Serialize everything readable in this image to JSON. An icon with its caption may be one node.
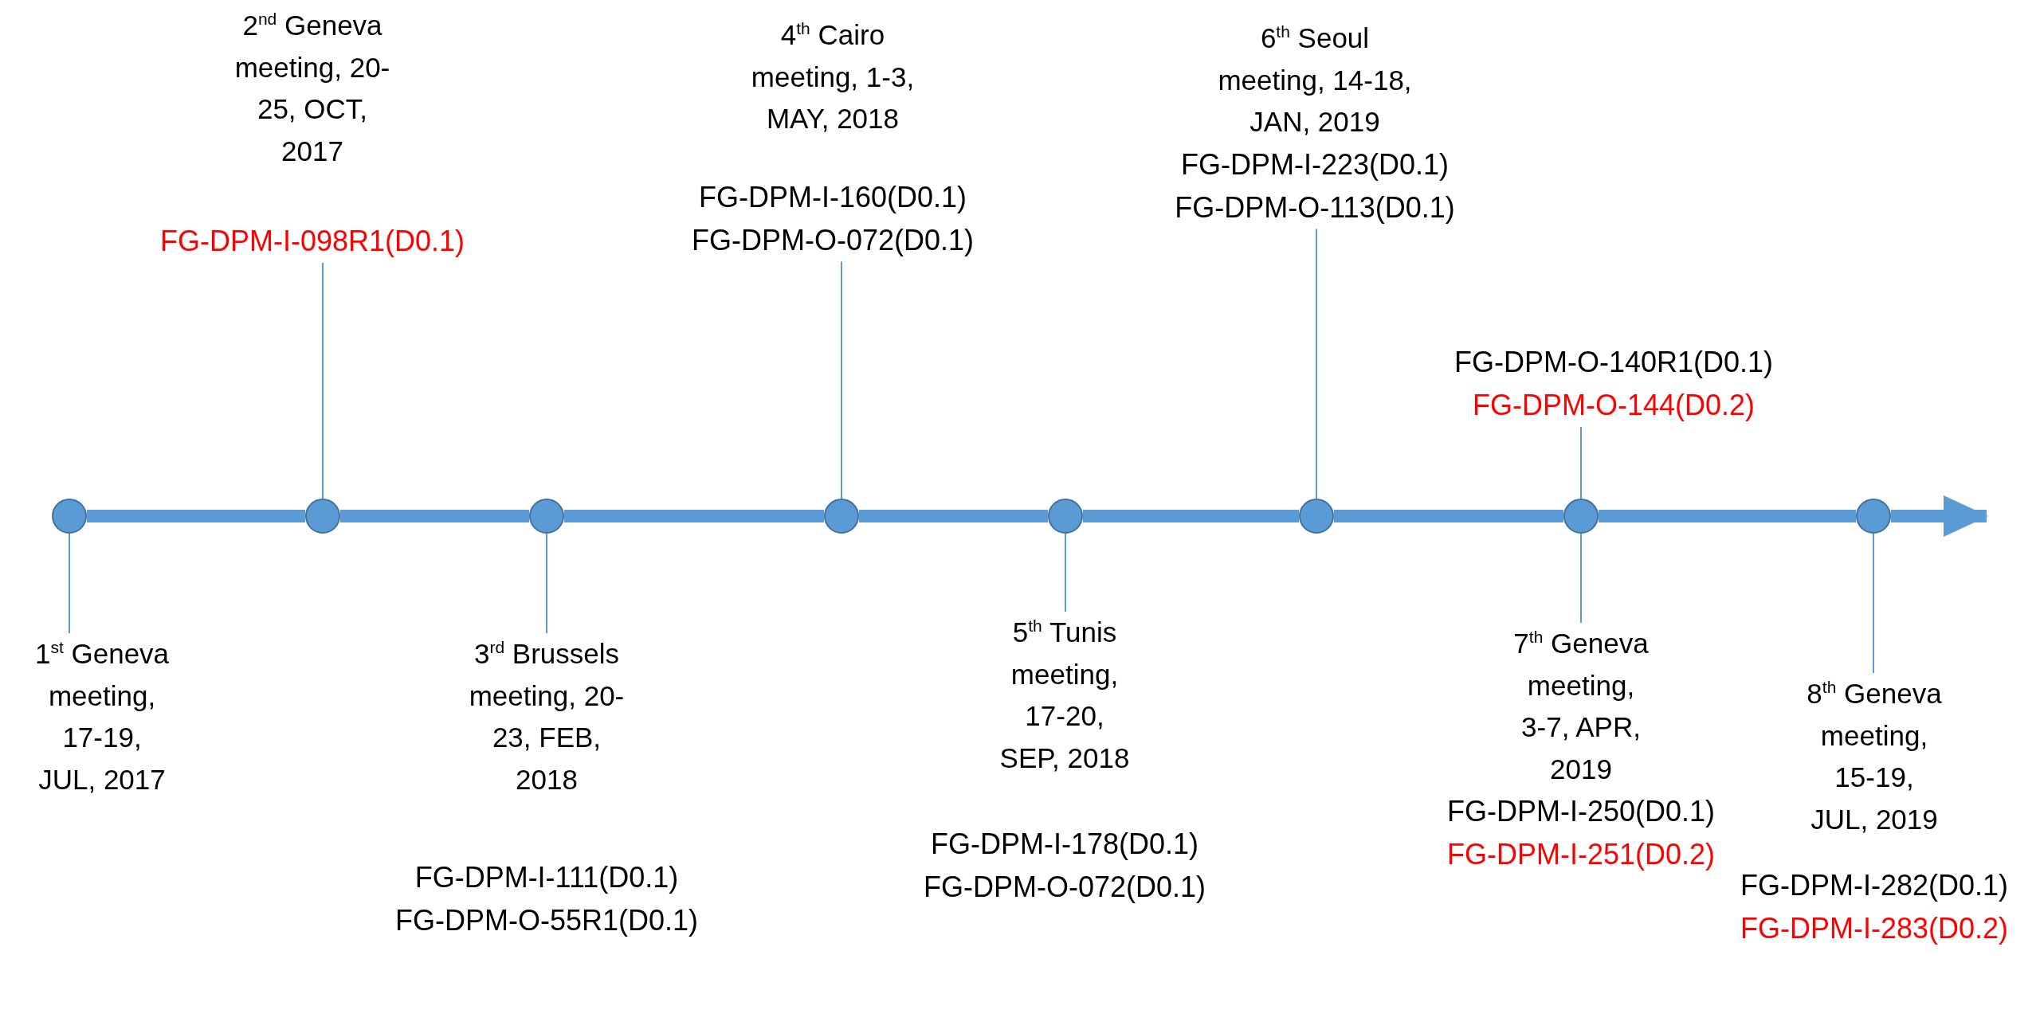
{
  "diagram": {
    "nodes": [
      {
        "text": [],
        "shape": "circle"
      },
      {
        "text": [],
        "shape": "circle"
      },
      {
        "text": [],
        "shape": "circle"
      },
      {
        "text": [],
        "shape": "circle"
      },
      {
        "text": [],
        "shape": "circle"
      },
      {
        "text": [],
        "shape": "circle"
      },
      {
        "text": [],
        "shape": "circle"
      },
      {
        "text": [],
        "shape": "circle"
      },
      {
        "text": [
          "1$^{st}$ Geneva meeting, 17-19, JUL, 2017"
        ]
      },
      {
        "text": [
          "2$^{nd}$ Geneva meeting, 20-25, OCT, 2017",
          "FG-DPM-I-098R1(D0.1)"
        ]
      },
      {
        "text": [
          "3$^{rd}$ Brussels meeting, 20-23, FEB, 2018",
          "FG-DPM-I-111(D0.1)",
          "FG-DPM-O-55R1(D0.1)"
        ]
      },
      {
        "text": [
          "4$^{th}$ Cairo meeting, 1-3, MAY, 2018",
          "FG-DPM-I-160(D0.1)",
          "FG-DPM-O-072(D0.1)"
        ]
      },
      {
        "text": [
          "5$^{th}$ Tunis meeting, 17-20, SEP, 2018",
          "FG-DPM-I-178(D0.1)",
          "FG-DPM-O-072(D0.1)"
        ]
      },
      {
        "text": [
          "6$^{th}$ Seoul meeting, 14-18, JAN, 2019",
          "FG-DPM-I-223(D0.1)",
          "FG-DPM-O-113(D0.1)"
        ]
      },
      {
        "text": [
          "7$^{th}$ Geneva meeting, 3-7, APR, 2019",
          "FG-DPM-I-250(D0.1)",
          "FG-DPM-I-251(D0.2)"
        ]
      },
      {
        "text": [
          "8$^{th}$ Geneva meeting, 15-19, JUL, 2019",
          "FG-DPM-I-282(D0.1)",
          "FG-DPM-I-283(D0.2)"
        ]
      },
      {
        "text": [
          "FG-DPM-O-140R1(D0.1)",
          "FG-DPM-O-144(D0.2)"
        ]
      }
    ],
    "edges": [
      {
        "from": 0,
        "to": 1,
        "arrow": "none",
        "style": "thick"
      },
      {
        "from": 1,
        "to": 2,
        "arrow": "none",
        "style": "thick"
      },
      {
        "from": 2,
        "to": 3,
        "arrow": "none",
        "style": "thick"
      },
      {
        "from": 3,
        "to": 4,
        "arrow": "none",
        "style": "thick"
      },
      {
        "from": 4,
        "to": 5,
        "arrow": "none",
        "style": "thick"
      },
      {
        "from": 5,
        "to": 6,
        "arrow": "none",
        "style": "thick"
      },
      {
        "from": 6,
        "to": 7,
        "arrow": "none",
        "style": "thick"
      },
      {
        "from": 7,
        "to": null,
        "arrow": "to",
        "style": "thick"
      },
      {
        "from": 8,
        "to": 0,
        "arrow": "none"
      },
      {
        "from": 9,
        "to": 1,
        "arrow": "none"
      },
      {
        "from": 10,
        "to": 2,
        "arrow": "none"
      },
      {
        "from": 11,
        "to": 3,
        "arrow": "none"
      },
      {
        "from": 12,
        "to": 4,
        "arrow": "none"
      },
      {
        "from": 13,
        "to": 5,
        "arrow": "none"
      },
      {
        "from": 14,
        "to": 6,
        "arrow": "none"
      },
      {
        "from": 15,
        "to": 7,
        "arrow": "none"
      },
      {
        "from": 16,
        "to": 6,
        "arrow": "none"
      }
    ]
  }
}
